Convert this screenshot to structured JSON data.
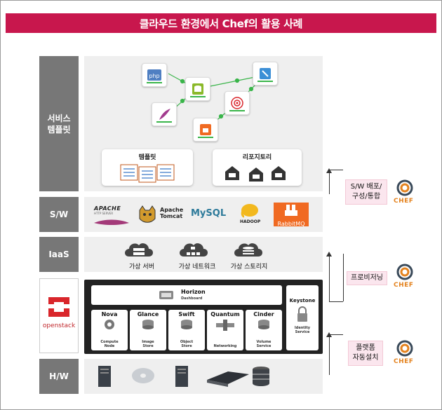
{
  "title": "클라우드 환경에서 Chef의 활용 사례",
  "layers": {
    "service": "서비스\n템플릿",
    "sw": "S/W",
    "iaas": "IaaS",
    "hw": "H/W"
  },
  "template_box": {
    "template": "템플릿",
    "repository": "리포지토리"
  },
  "sw_logos": {
    "apache": "APACHE",
    "apache_sub": "HTTP SERVER",
    "tomcat": "Apache\nTomcat",
    "mysql": "MySQL",
    "hadoop": "HADOOP",
    "rabbitmq": "RabbitMQ"
  },
  "iaas_items": [
    "가상 서버",
    "가상 네트워크",
    "가상 스토리지"
  ],
  "openstack": {
    "logo_text": "openstack",
    "horizon": "Horizon",
    "horizon_sub": "Dashboard",
    "keystone": "Keystone",
    "keystone_sub": "Identity\nService",
    "services": [
      {
        "name": "Nova",
        "desc": "Compute\nNode"
      },
      {
        "name": "Glance",
        "desc": "Image\nStore"
      },
      {
        "name": "Swift",
        "desc": "Object\nStore"
      },
      {
        "name": "Quantum",
        "desc": "Networking"
      },
      {
        "name": "Cinder",
        "desc": "Volume\nService"
      }
    ]
  },
  "chef_labels": [
    "S/W 배포/\n구성/통합",
    "프로비저닝",
    "플랫폼\n자동설치"
  ],
  "chef_logo_text": "CHEF",
  "colors": {
    "banner": "#c8174d",
    "layer_label": "#777777",
    "chef_orange": "#e4831f",
    "connector_green": "#3ab54a"
  }
}
